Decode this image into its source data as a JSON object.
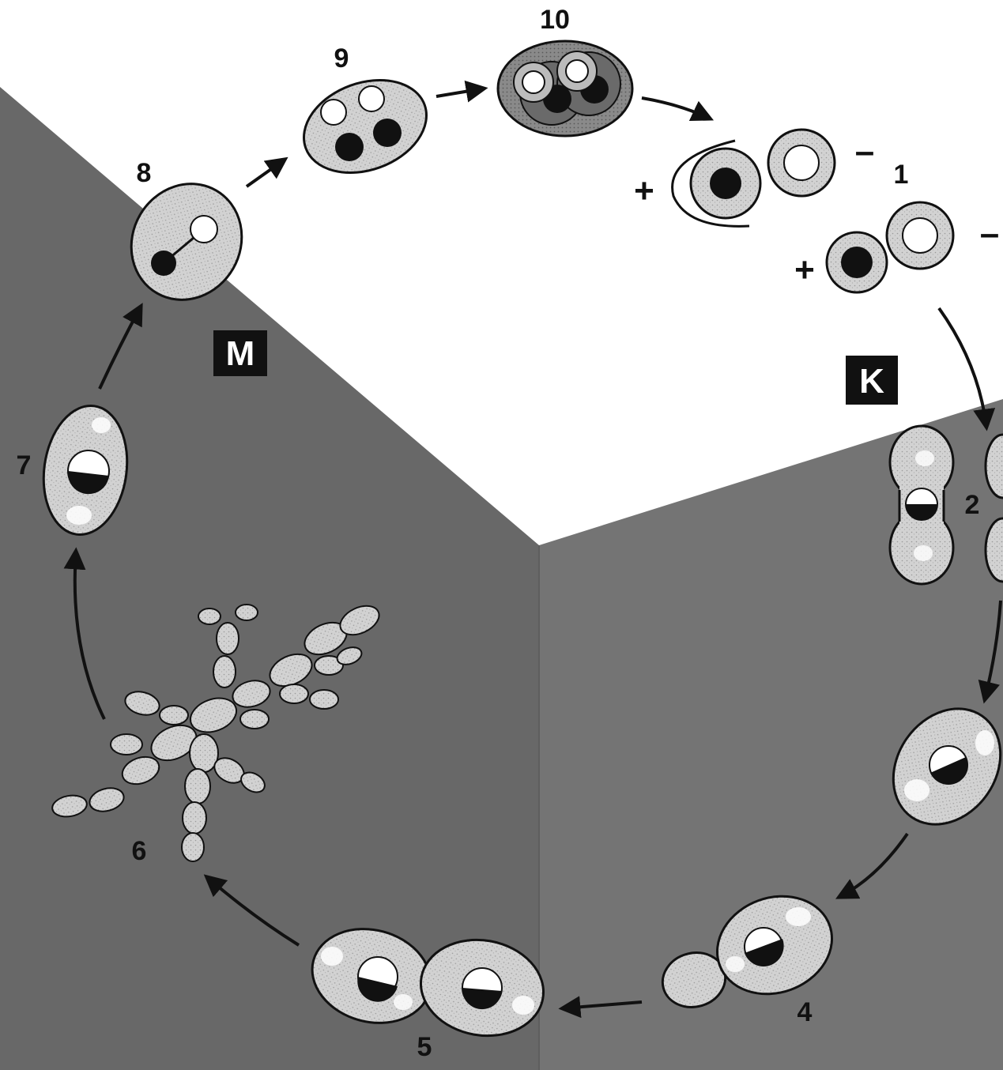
{
  "diagram": {
    "stage_labels": [
      "1",
      "2",
      "4",
      "5",
      "6",
      "7",
      "8",
      "9",
      "10"
    ],
    "phase_labels": {
      "left": "M",
      "right": "K"
    },
    "mating_signs": {
      "plus": "+",
      "minus": "–"
    },
    "colors": {
      "background_dark": "#6b6b6b",
      "background_right": "#737373",
      "background_light": "#ffffff",
      "cell_fill": "#cfcfcf",
      "outline": "#111111",
      "label_box": "#111111"
    }
  }
}
